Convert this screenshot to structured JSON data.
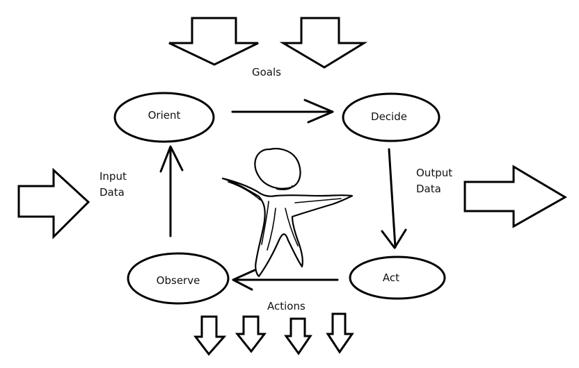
{
  "labels": {
    "goals": "Goals",
    "input_line1": "Input",
    "input_line2": "Data",
    "output_line1": "Output",
    "output_line2": "Data",
    "actions": "Actions"
  },
  "nodes": {
    "orient": "Orient",
    "decide": "Decide",
    "act": "Act",
    "observe": "Observe"
  }
}
